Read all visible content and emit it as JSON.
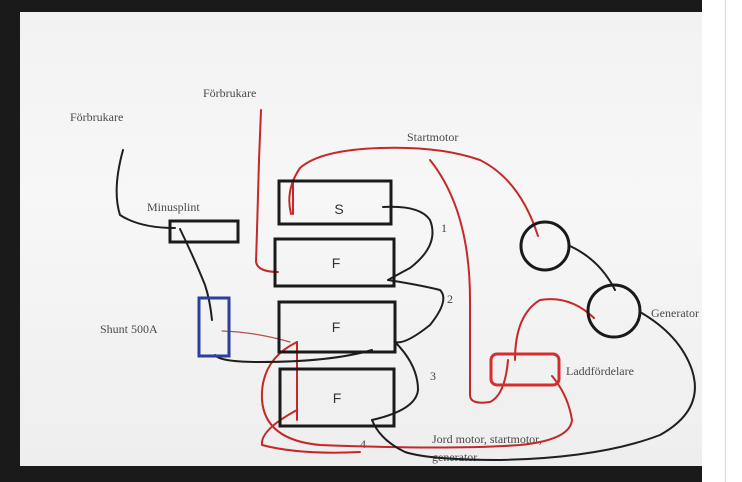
{
  "labels": {
    "forbrukare_left": "Förbrukare",
    "forbrukare_top": "Förbrukare",
    "startmotor": "Startmotor",
    "minusplint": "Minusplint",
    "shunt": "Shunt 500A",
    "generator": "Generator",
    "laddfordelare": "Laddfördelare",
    "jord_line1": "Jord motor, startmotor,",
    "jord_line2": "generator"
  },
  "boxes": {
    "s": "S",
    "f1": "F",
    "f2": "F",
    "f3": "F"
  },
  "wire_numbers": [
    "1",
    "2",
    "3",
    "4"
  ],
  "colors": {
    "red_wire": "#c62828",
    "black_wire": "#1f1f1f",
    "shunt_blue": "#2b3f9e",
    "charger_red": "#d32f2f"
  }
}
